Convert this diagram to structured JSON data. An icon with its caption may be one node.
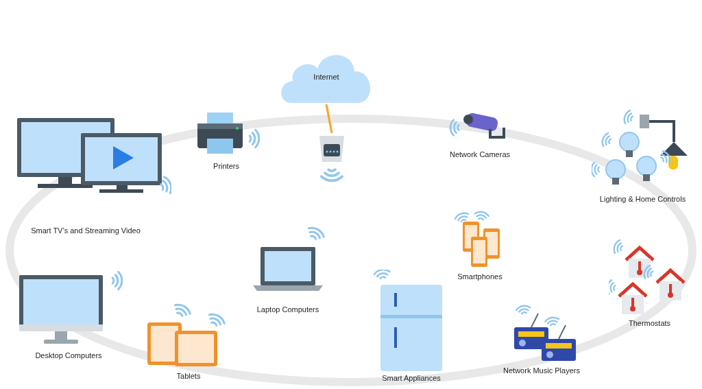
{
  "diagram": {
    "nodes": [
      {
        "text": [
          "Internet"
        ]
      },
      {
        "text": [],
        "shape": "picture"
      },
      {
        "text": [
          "Printers"
        ]
      },
      {
        "text": [
          "Network Cameras"
        ]
      },
      {
        "text": [
          "Lighting & Home Controls"
        ]
      },
      {
        "text": [
          "Smart TV’s and Streaming Video"
        ]
      },
      {
        "text": [
          "Smartphones"
        ]
      },
      {
        "text": [
          "Thermostats"
        ]
      },
      {
        "text": [
          "Desktop Computers"
        ]
      },
      {
        "text": [
          "Laptop Computers"
        ]
      },
      {
        "text": [
          "Tablets"
        ]
      },
      {
        "text": [
          "Smart Appliances"
        ]
      },
      {
        "text": [
          "Network Music Players"
        ]
      }
    ],
    "edges": [
      {
        "from": 0,
        "to": 1,
        "arrow": "none",
        "color": "#f5a623"
      }
    ]
  }
}
